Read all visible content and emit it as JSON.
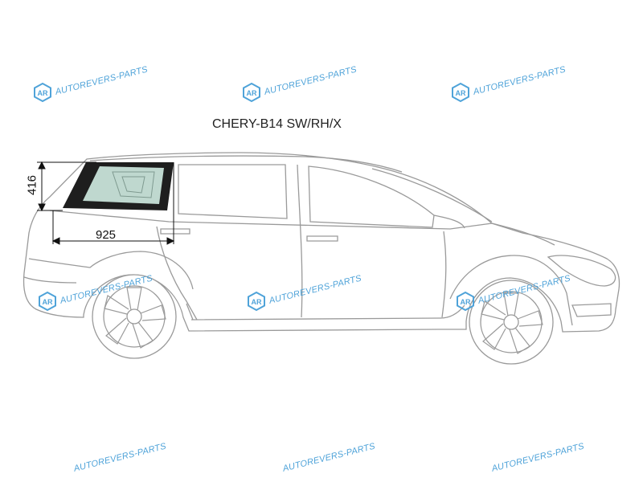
{
  "title": "CHERY-B14 SW/RH/X",
  "dimensions": {
    "width_label": "925",
    "height_label": "416"
  },
  "watermark": {
    "text": "AUTOREVERS-PARTS",
    "logo_letters": "AR",
    "color": "#4fa3d9"
  },
  "colors": {
    "outline": "#9a9a9a",
    "glass_highlight": "#bfd8cf",
    "glass_dark": "#1e1e1e",
    "dimension_line": "#111111"
  }
}
